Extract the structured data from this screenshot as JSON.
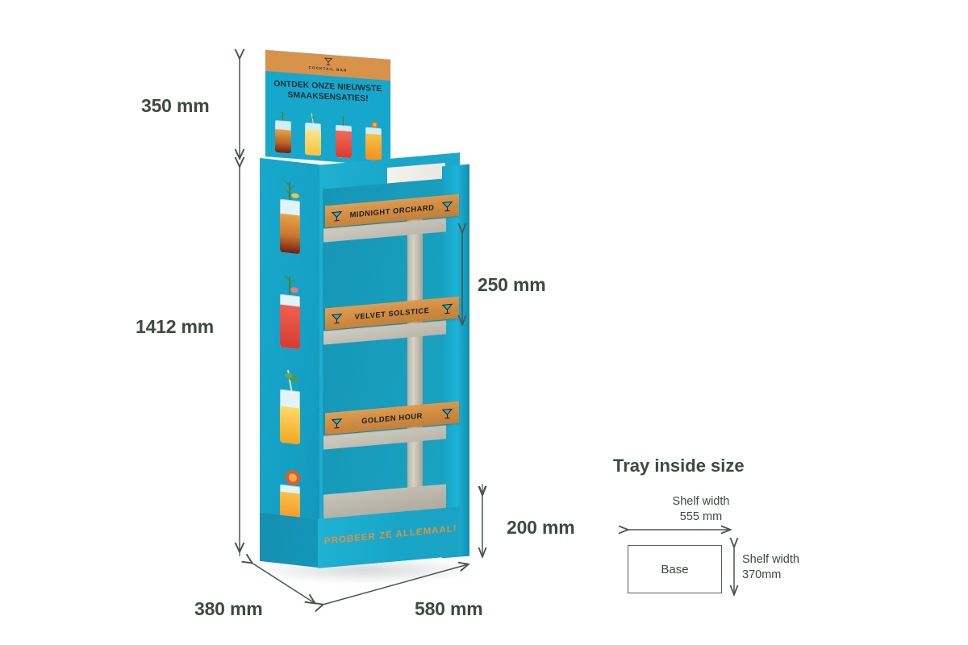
{
  "product": {
    "type": "cardboard-floor-display",
    "topper": {
      "logo_icon": "martini-glass-icon",
      "logo_text": "COCKTAIL BAR",
      "headline_line1": "ONTDEK ONZE NIEUWSTE",
      "headline_line2": "SMAAKSENSATIES!",
      "band_color": "#d9924a",
      "body_color": "#16a8cc"
    },
    "shelves": [
      {
        "label": "MIDNIGHT ORCHARD",
        "left_icon": "martini-glass-icon",
        "right_icon": "martini-glass-icon"
      },
      {
        "label": "VELVET SOLSTICE",
        "left_icon": "martini-glass-icon",
        "right_icon": "martini-glass-icon"
      },
      {
        "label": "GOLDEN HOUR",
        "left_icon": "martini-glass-icon",
        "right_icon": "martini-glass-icon"
      }
    ],
    "base_tagline": "PROBEER ZE ALLEMAAL!",
    "colors": {
      "teal": "#16a8cc",
      "orange_banner": "#d08c42",
      "orange_text": "#e2913f",
      "tray_cream": "#c4c0b5",
      "dimension_text": "#3d4a41"
    },
    "side_drinks": [
      {
        "name": "drink-1",
        "fill": "#c9762f",
        "garnish": "rosemary-citrus"
      },
      {
        "name": "drink-2",
        "fill": "#d83c34",
        "garnish": "rosemary-grapefruit"
      },
      {
        "name": "drink-3",
        "fill": "#f0a820",
        "garnish": "mint-lime"
      },
      {
        "name": "drink-4",
        "fill": "#f07d14",
        "garnish": "orange-slice"
      }
    ],
    "topper_drinks": [
      {
        "name": "topper-drink-1",
        "fill": "#b8601f",
        "garnish": "rosemary"
      },
      {
        "name": "topper-drink-2",
        "fill": "#f2c43c",
        "garnish": "mint-lime"
      },
      {
        "name": "topper-drink-3",
        "fill": "#e03a2e",
        "garnish": "rosemary"
      },
      {
        "name": "topper-drink-4",
        "fill": "#f3901a",
        "garnish": "orange-slice"
      }
    ]
  },
  "dimensions": {
    "header_height": "350 mm",
    "body_height": "1412 mm",
    "shelf_spacing": "250 mm",
    "base_height": "200 mm",
    "depth": "380 mm",
    "width": "580 mm"
  },
  "tray_inside_size": {
    "title": "Tray inside size",
    "shelf_width_label": "Shelf width",
    "shelf_width_value": "555 mm",
    "base_box_label": "Base",
    "shelf_depth_label": "Shelf width",
    "shelf_depth_value": "370mm"
  }
}
